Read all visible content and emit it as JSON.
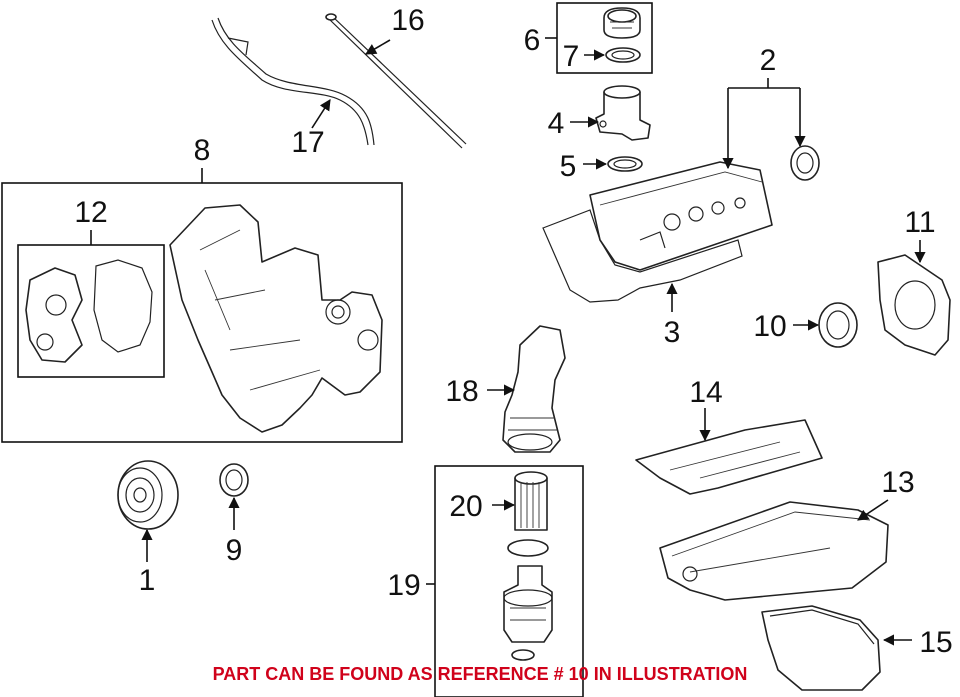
{
  "callouts": {
    "c1": "1",
    "c2": "2",
    "c3": "3",
    "c4": "4",
    "c5": "5",
    "c6": "6",
    "c7": "7",
    "c8": "8",
    "c9": "9",
    "c10": "10",
    "c11": "11",
    "c12": "12",
    "c13": "13",
    "c14": "14",
    "c15": "15",
    "c16": "16",
    "c17": "17",
    "c18": "18",
    "c19": "19",
    "c20": "20"
  },
  "footer_note": "PART CAN BE FOUND AS REFERENCE # 10 IN ILLUSTRATION",
  "colors": {
    "footer": "#d0021b",
    "line": "#111111"
  }
}
